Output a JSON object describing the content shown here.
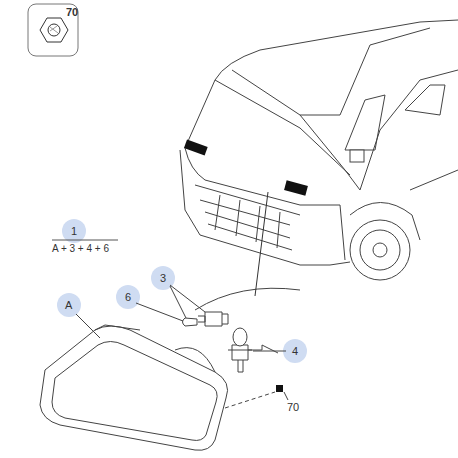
{
  "diagram": {
    "labels": [
      "70",
      "1",
      "A + 3 + 4 + 6",
      "3",
      "6",
      "A",
      "4",
      "70"
    ]
  }
}
